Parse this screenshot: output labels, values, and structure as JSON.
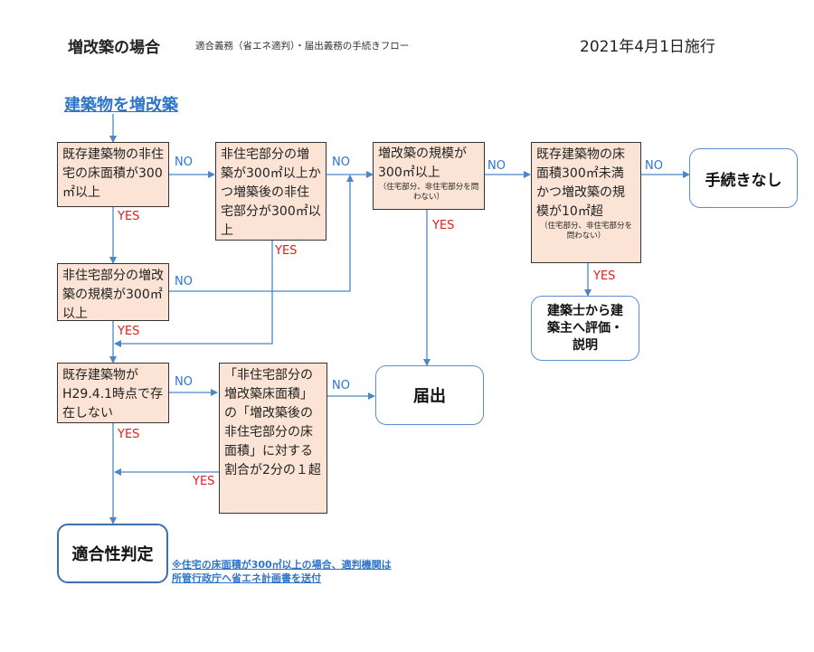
{
  "header": {
    "title": "増改築の場合",
    "subtitle": "適合義務（省エネ適判）・届出義務の手続きフロー",
    "date": "2021年4月1日施行"
  },
  "heading": "建築物を増改築",
  "boxes": {
    "b1": "既存建築物の非住宅の床面積が300㎡以上",
    "b2": "非住宅部分の増築が300㎡以上かつ増築後の非住宅部分が300㎡以上",
    "b3": "増改築の規模が300㎡以上",
    "b3_note": "（住宅部分、非住宅部分を問わない）",
    "b4": "既存建築物の床面積300㎡未満かつ増改築の規模が10㎡超",
    "b4_note": "（住宅部分、非住宅部分を問わない）",
    "b5": "非住宅部分の増改築の規模が300㎡以上",
    "b6": "既存建築物がH29.4.1時点で存在しない",
    "b7": "「非住宅部分の増改築床面積」の「増改築後の非住宅部分の床面積」に対する割合が2分の１超"
  },
  "results": {
    "none": "手続きなし",
    "explain": "建築士から建築主へ評価・説明",
    "notify": "届出",
    "conformity": "適合性判定"
  },
  "labels": {
    "yes": "YES",
    "no": "NO"
  },
  "footnote": "※住宅の床面積が300㎡以上の場合、適判機関は所管行政庁へ省エネ計画書を送付"
}
